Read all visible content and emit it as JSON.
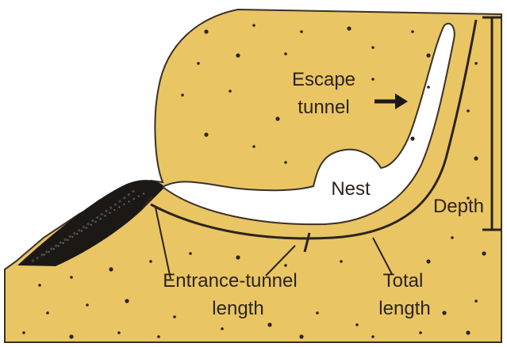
{
  "colors": {
    "soil": "#eac564",
    "soil_outline": "#3a3127",
    "tunnel": "#ffffff",
    "speckle": "#2b241c",
    "rock": "#1b1816",
    "measure_line": "#2b241c"
  },
  "labels": {
    "escape_tunnel_line1": "Escape",
    "escape_tunnel_line2": "tunnel",
    "nest": "Nest",
    "depth": "Depth",
    "entrance_line1": "Entrance-tunnel",
    "entrance_line2": "length",
    "total_line1": "Total",
    "total_line2": "length"
  },
  "icons": {
    "arrow": "right-arrow-icon"
  }
}
